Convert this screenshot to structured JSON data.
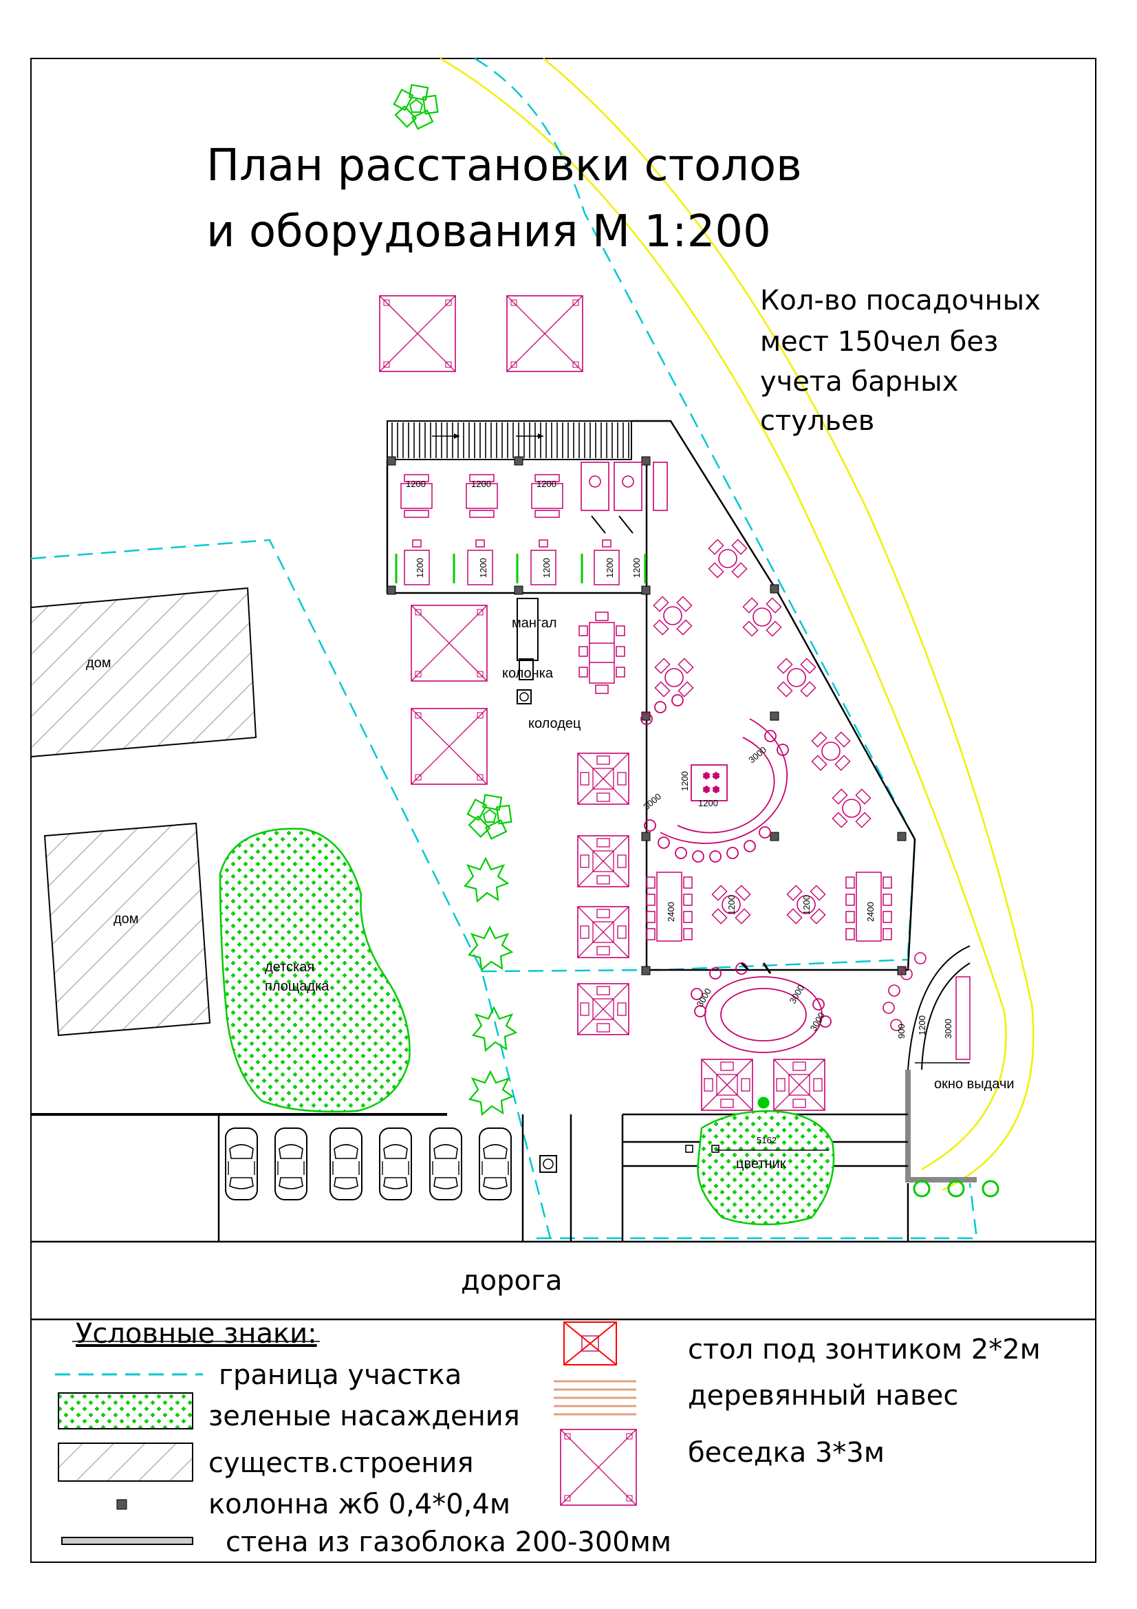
{
  "title": {
    "line1": "План расстановки столов",
    "line2": "и оборудования М 1:200"
  },
  "seats_note": {
    "line1": "Кол-во посадочных",
    "line2": "мест 150чел без",
    "line3": "учета барных",
    "line4": "стульев"
  },
  "labels": {
    "house1": "дом",
    "house2": "дом",
    "playground_1": "детская",
    "playground_2": "площадка",
    "grill": "мангал",
    "column": "колонка",
    "well": "колодец",
    "flowerbed": "цветник",
    "serving_window": "окно выдачи",
    "road": "дорога"
  },
  "dimensions": {
    "d1200_a": "1200",
    "d1200_b": "1200",
    "d1200_c": "1200",
    "v1200_1": "1200",
    "v1200_2": "1200",
    "v1200_3": "1200",
    "v1200_4": "1200",
    "v1200_5": "1200",
    "bar_h": "1200",
    "bar_v": "1200",
    "bar_side_l": "3000",
    "bar_side_r": "3000",
    "t2400_l": "2400",
    "t2400_r": "2400",
    "t1200_l": "1200",
    "t1200_r": "1200",
    "oval_l": "3000",
    "oval_r": "3000",
    "oval_r2": "3000",
    "kitchen_w": "3000",
    "kitchen_side": "1200",
    "kitchen_door": "900",
    "flower": "5162"
  },
  "legend": {
    "title": "Условные знаки:",
    "items": {
      "boundary": "граница участка",
      "greenery": "зеленые насаждения",
      "existing": "существ.строения",
      "column": "колонна жб 0,4*0,4м",
      "wall": "стена из газоблока 200-300мм",
      "umbrella_table": "стол под зонтиком 2*2м",
      "canopy": "деревянный навес",
      "gazebo": "беседка 3*3м"
    }
  },
  "colors": {
    "boundary": "#00c8d2",
    "road_line": "#f0f000",
    "furniture": "#c8006e",
    "green": "#00cc00",
    "canopy": "#e0a080",
    "hatch": "#b4b4b4",
    "legend_umbrella": "#ff0000"
  }
}
